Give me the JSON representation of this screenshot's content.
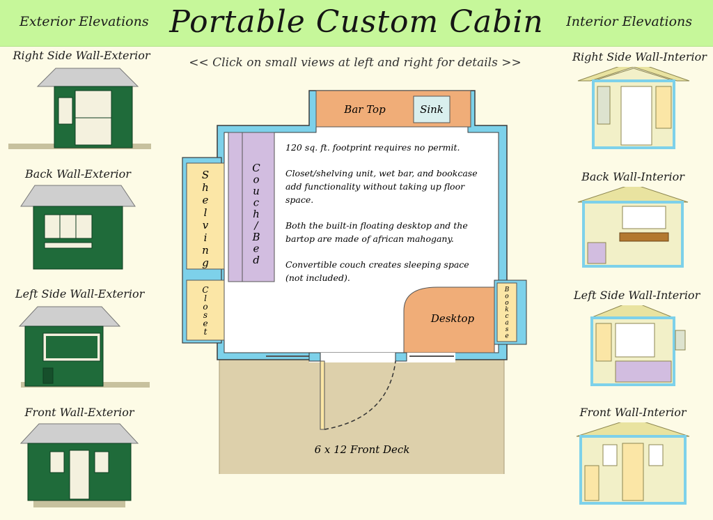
{
  "header": {
    "left": "Exterior Elevations",
    "title": "Portable Custom Cabin",
    "right": "Interior Elevations"
  },
  "subtitle": "<< Click on small views at left and right for details >>",
  "exterior": [
    {
      "label": "Right Side Wall-Exterior",
      "view": "right"
    },
    {
      "label": "Back Wall-Exterior",
      "view": "back"
    },
    {
      "label": "Left Side Wall-Exterior",
      "view": "left"
    },
    {
      "label": "Front Wall-Exterior",
      "view": "front"
    }
  ],
  "interior": [
    {
      "label": "Right Side Wall-Interior",
      "view": "right"
    },
    {
      "label": "Back Wall-Interior",
      "view": "back"
    },
    {
      "label": "Left Side Wall-Interior",
      "view": "left"
    },
    {
      "label": "Front Wall-Interior",
      "view": "front"
    }
  ],
  "plan": {
    "bar_top": "Bar Top",
    "sink": "Sink",
    "shelving": "Shelving",
    "couch": "Couch/Bed",
    "closet": "Closet",
    "desktop": "Desktop",
    "bookcase": "Bookcase",
    "deck": "6 x 12 Front Deck",
    "notes": [
      [
        "120 sq. ft. footprint requires no permit."
      ],
      [
        "Closet/shelving unit, wet bar, and bookcase",
        "add functionality without taking up floor",
        "space."
      ],
      [
        "Both the built-in floating desktop and the",
        "bartop are made of african mahogany."
      ],
      [
        "Convertible couch creates sleeping space",
        "(not included)."
      ]
    ]
  },
  "colors": {
    "header_bg": "#c6f79a",
    "page_bg": "#fdfbe6",
    "exterior_green": "#1f6b3a",
    "roof_gray": "#c9c9c9",
    "wall_blue": "#7dd1ea",
    "counter_orange": "#f0ad78",
    "couch_purple": "#d2bde0",
    "shelf_yellow": "#fbe6a6",
    "deck_tan": "#ddd0ab",
    "interior_wall": "#f2f0c8"
  }
}
